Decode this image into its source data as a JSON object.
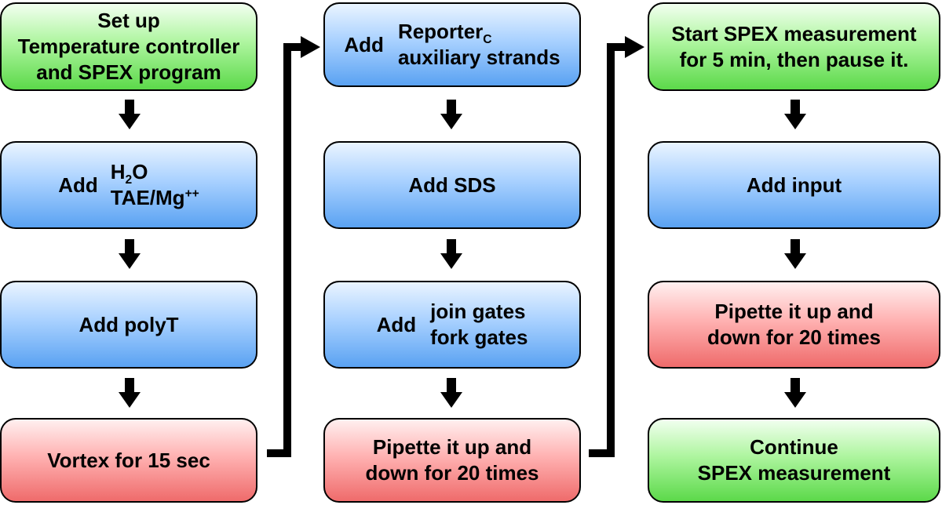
{
  "col1": {
    "setup": [
      "Set up",
      "Temperature controller",
      "and SPEX program"
    ],
    "add1": {
      "verb": "Add",
      "h2o_main": "H",
      "h2o_sub": "2",
      "h2o_end": "O",
      "tae": "TAE/Mg",
      "tae_sup": "++"
    },
    "add2": "Add polyT",
    "vortex": "Vortex for 15 sec"
  },
  "col2": {
    "add1": {
      "verb": "Add",
      "reporter": "Reporter",
      "reporter_sub": "C",
      "aux": "auxiliary strands"
    },
    "add2": "Add SDS",
    "add3": {
      "verb": "Add",
      "join": "join gates",
      "fork": "fork gates"
    },
    "pipette": [
      "Pipette it up and",
      "down for 20 times"
    ]
  },
  "col3": {
    "start": [
      "Start SPEX measurement",
      "for 5 min, then pause it."
    ],
    "add": "Add input",
    "pipette": [
      "Pipette it up and",
      "down for 20 times"
    ],
    "continue": [
      "Continue",
      "SPEX measurement"
    ]
  },
  "colors": {
    "green": "#7de66b",
    "blue": "#8cc0fb",
    "red": "#f79090",
    "arrow": "#000000"
  }
}
